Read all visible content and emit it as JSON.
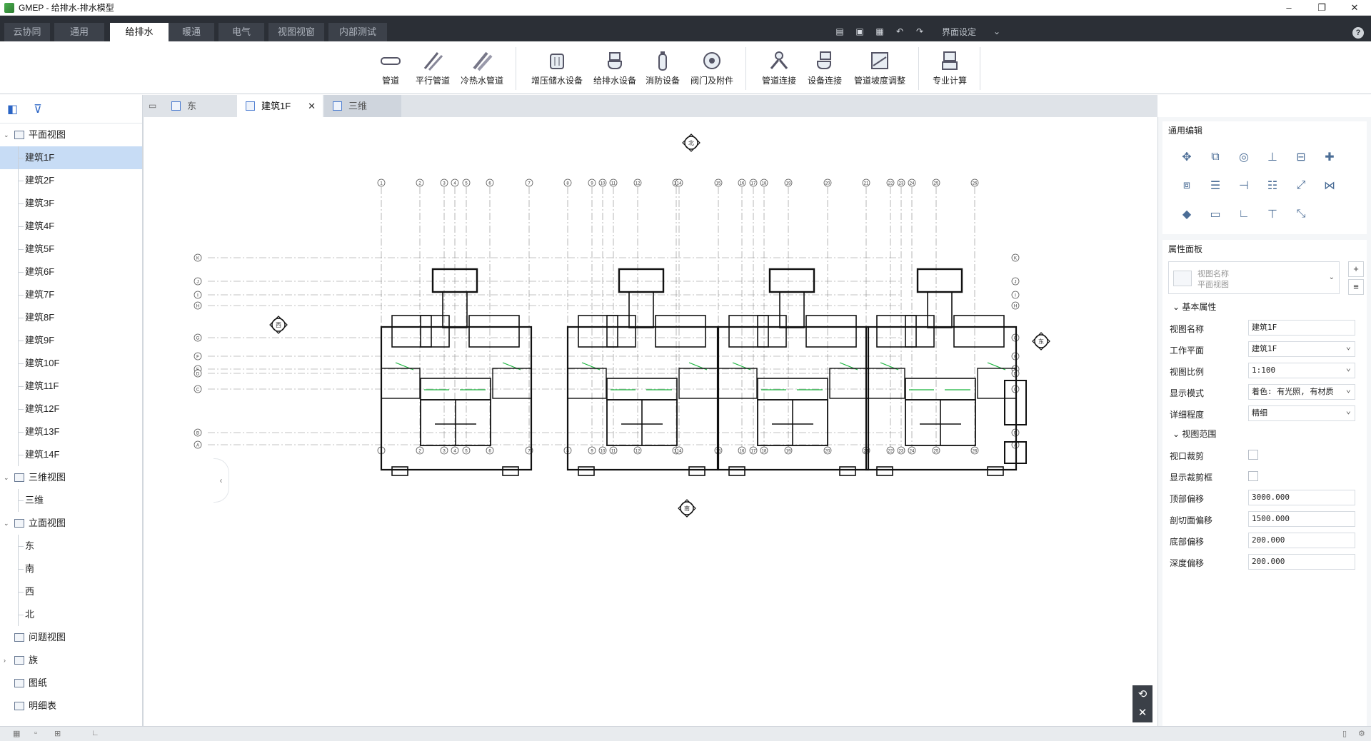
{
  "window": {
    "title": "GMEP - 给排水-排水模型"
  },
  "main_tabs": [
    "云协同",
    "通用",
    "给排水",
    "暖通",
    "电气",
    "视图视窗",
    "内部测试"
  ],
  "active_main_tab": "给排水",
  "toolbar_right": {
    "ui_settings": "界面设定"
  },
  "ribbon": [
    {
      "label": "管道",
      "icon": "pipe-icon"
    },
    {
      "label": "平行管道",
      "icon": "parallel-pipe-icon"
    },
    {
      "label": "冷热水管道",
      "icon": "hot-cold-pipe-icon"
    },
    {
      "label": "增压储水设备",
      "icon": "booster-tank-icon"
    },
    {
      "label": "给排水设备",
      "icon": "plumbing-fixture-icon"
    },
    {
      "label": "消防设备",
      "icon": "fire-equipment-icon"
    },
    {
      "label": "阀门及附件",
      "icon": "valve-icon"
    },
    {
      "label": "管道连接",
      "icon": "pipe-connect-icon"
    },
    {
      "label": "设备连接",
      "icon": "equipment-connect-icon"
    },
    {
      "label": "管道坡度调整",
      "icon": "slope-adjust-icon"
    },
    {
      "label": "专业计算",
      "icon": "calculation-icon"
    }
  ],
  "tree": [
    {
      "label": "平面视图",
      "type": "group",
      "expanded": true
    },
    {
      "label": "建筑1F",
      "type": "child",
      "selected": true
    },
    {
      "label": "建筑2F",
      "type": "child"
    },
    {
      "label": "建筑3F",
      "type": "child"
    },
    {
      "label": "建筑4F",
      "type": "child"
    },
    {
      "label": "建筑5F",
      "type": "child"
    },
    {
      "label": "建筑6F",
      "type": "child"
    },
    {
      "label": "建筑7F",
      "type": "child"
    },
    {
      "label": "建筑8F",
      "type": "child"
    },
    {
      "label": "建筑9F",
      "type": "child"
    },
    {
      "label": "建筑10F",
      "type": "child"
    },
    {
      "label": "建筑11F",
      "type": "child"
    },
    {
      "label": "建筑12F",
      "type": "child"
    },
    {
      "label": "建筑13F",
      "type": "child"
    },
    {
      "label": "建筑14F",
      "type": "child"
    },
    {
      "label": "三维视图",
      "type": "group",
      "expanded": true
    },
    {
      "label": "三维",
      "type": "child"
    },
    {
      "label": "立面视图",
      "type": "group",
      "expanded": true
    },
    {
      "label": "东",
      "type": "child"
    },
    {
      "label": "南",
      "type": "child"
    },
    {
      "label": "西",
      "type": "child"
    },
    {
      "label": "北",
      "type": "child"
    },
    {
      "label": "问题视图",
      "type": "group"
    },
    {
      "label": "族",
      "type": "group",
      "collapsed": true
    },
    {
      "label": "图纸",
      "type": "group"
    },
    {
      "label": "明细表",
      "type": "group"
    }
  ],
  "view_tabs": [
    {
      "label": "东"
    },
    {
      "label": "建筑1F",
      "active": true,
      "close": "✕"
    },
    {
      "label": "三维"
    }
  ],
  "compass": {
    "north": "北",
    "south": "南",
    "east": "东",
    "west": "西"
  },
  "grid": {
    "top_bubbles": [
      "1",
      "2",
      "3",
      "4",
      "5",
      "6",
      "7",
      "8",
      "9",
      "10",
      "11",
      "12",
      "13",
      "14",
      "15",
      "16",
      "17",
      "18",
      "19",
      "20",
      "21",
      "22",
      "23",
      "24",
      "25",
      "26"
    ],
    "left_bubbles": [
      "K",
      "J",
      "I",
      "H",
      "G",
      "F",
      "E",
      "D",
      "C",
      "B",
      "A"
    ]
  },
  "right_panel": {
    "general_edit": {
      "title": "通用编辑"
    },
    "properties": {
      "title": "属性面板",
      "card_line1": "视图名称",
      "card_line2": "平面视图",
      "section_basic": "基本属性",
      "section_range": "视图范围",
      "rows": [
        {
          "label": "视图名称",
          "value": "建筑1F",
          "kind": "text"
        },
        {
          "label": "工作平面",
          "value": "建筑1F",
          "kind": "select"
        },
        {
          "label": "视图比例",
          "value": "1:100",
          "kind": "select"
        },
        {
          "label": "显示模式",
          "value": "着色: 有光照, 有材质",
          "kind": "select"
        },
        {
          "label": "详细程度",
          "value": "精细",
          "kind": "select"
        }
      ],
      "range_rows": [
        {
          "label": "视口裁剪",
          "kind": "check"
        },
        {
          "label": "显示裁剪框",
          "kind": "check"
        },
        {
          "label": "顶部偏移",
          "value": "3000.000",
          "kind": "text"
        },
        {
          "label": "剖切面偏移",
          "value": "1500.000",
          "kind": "text"
        },
        {
          "label": "底部偏移",
          "value": "200.000",
          "kind": "text"
        },
        {
          "label": "深度偏移",
          "value": "200.000",
          "kind": "text"
        }
      ]
    }
  }
}
